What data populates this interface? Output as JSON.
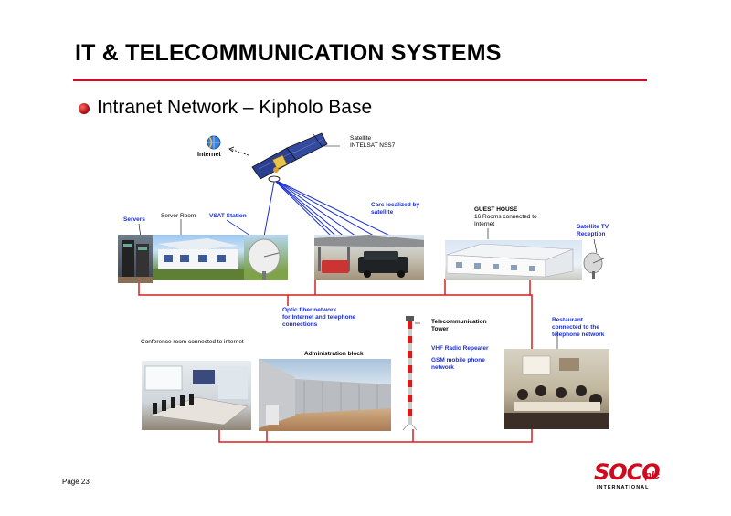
{
  "title": "IT & TELECOMMUNICATION SYSTEMS",
  "subtitle": "Intranet Network – Kipholo Base",
  "labels": {
    "internet": "Internet",
    "satellite_1": "Satellite",
    "satellite_2": "INTELSAT NSS7",
    "servers": "Servers",
    "server_room": "Server Room",
    "vsat": "VSAT Station",
    "cars_1": "Cars localized by",
    "cars_2": "satellite",
    "guesthouse_1": "GUEST HOUSE",
    "guesthouse_2": "16 Rooms connected to",
    "guesthouse_3": "Internet",
    "sat_tv_1": "Satellite TV",
    "sat_tv_2": "Reception",
    "fiber_1": "Optic fiber network",
    "fiber_2": "for Internet and telephone",
    "fiber_3": "connections",
    "telecom_1": "Telecommunication",
    "telecom_2": "Tower",
    "vhf": "VHF Radio Repeater",
    "gsm_1": "GSM mobile phone",
    "gsm_2": "network",
    "restaurant_1": "Restaurant",
    "restaurant_2": "connected to the",
    "restaurant_3": "telephone network",
    "conference": "Conference room connected to internet",
    "admin": "Administration block"
  },
  "footer": {
    "page": "Page 23",
    "logo_main": "SOCO",
    "logo_plc": "plc",
    "logo_intl": "INTERNATIONAL"
  },
  "colors": {
    "accent": "#c8102e",
    "label_blue": "#1a2fd0",
    "network_red": "#d42020"
  }
}
